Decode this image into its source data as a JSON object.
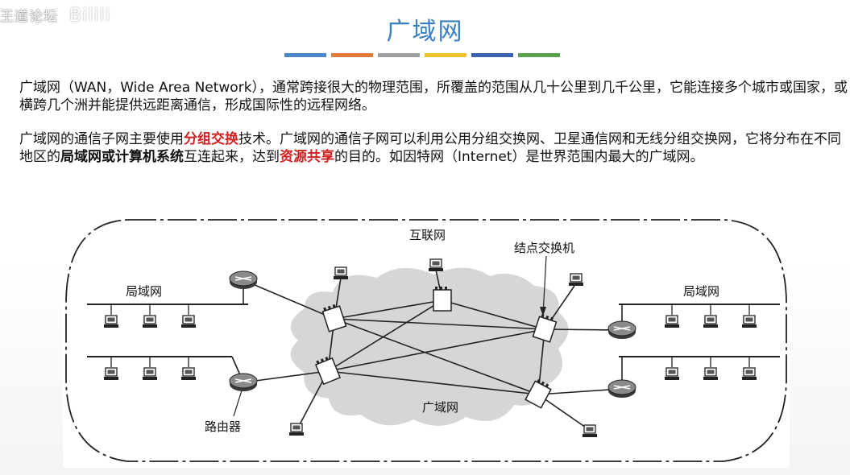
{
  "watermark": {
    "text": "王道论坛",
    "logo": "Bilili"
  },
  "title": "广域网",
  "title_bar_colors": [
    "#4a86c8",
    "#e07b39",
    "#a0a0a0",
    "#f2c12e",
    "#3a62b0",
    "#5aa24a"
  ],
  "paragraph1": "广域网（WAN，Wide Area Network），通常跨接很大的物理范围，所覆盖的范围从几十公里到几千公里，它能连接多个城市或国家，或横跨几个洲并能提供远距离通信，形成国际性的远程网络。",
  "paragraph2": {
    "s1": "广域网的通信子网主要使用",
    "h1": "分组交换",
    "s2": "技术。广域网的通信子网可以利用公用分组交换网、卫星通信网和无线分组交换网，它将分布在不同地区的",
    "h2": "局域网或计算机系统",
    "s3": "互连起来，达到",
    "h3": "资源共享",
    "s4": "的目的。如因特网（Internet）是世界范围内最大的广域网。"
  },
  "diagram": {
    "internet_label": "互联网",
    "switch_label": "结点交换机",
    "lan_left_label": "局域网",
    "lan_right_label": "局域网",
    "wan_label": "广域网",
    "router_label": "路由器"
  },
  "colors": {
    "title": "#3b7fc2",
    "highlight": "#d21f1f",
    "cloud": "#d6d6d6"
  }
}
